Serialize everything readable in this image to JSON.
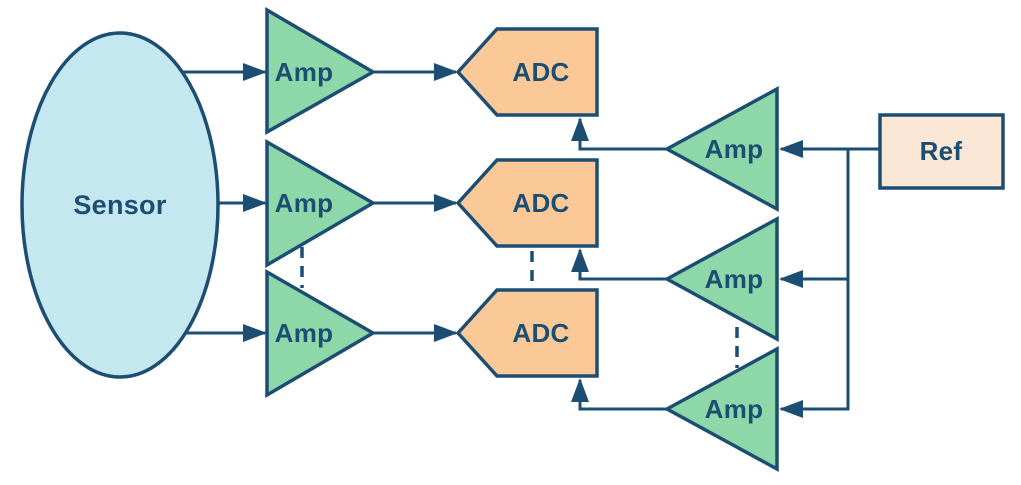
{
  "figure": {
    "type": "block-diagram",
    "bg": "#ffffff",
    "colors": {
      "outline": "#1c4d73",
      "sensor_fill": "#c5e8f0",
      "amp_fill": "#8ed7a9",
      "adc_fill": "#fbc997",
      "ref_fill": "#fbe7d5"
    },
    "nodes": {
      "sensor": {
        "label": "Sensor",
        "shape": "ellipse"
      },
      "amp_ch1": {
        "label": "Amp",
        "shape": "triangle-right"
      },
      "amp_ch2": {
        "label": "Amp",
        "shape": "triangle-right"
      },
      "amp_ch3": {
        "label": "Amp",
        "shape": "triangle-right"
      },
      "adc_ch1": {
        "label": "ADC",
        "shape": "pentagon-left"
      },
      "adc_ch2": {
        "label": "ADC",
        "shape": "pentagon-left"
      },
      "adc_ch3": {
        "label": "ADC",
        "shape": "pentagon-left"
      },
      "refbuf1": {
        "label": "Amp",
        "shape": "triangle-left"
      },
      "refbuf2": {
        "label": "Amp",
        "shape": "triangle-left"
      },
      "refbuf3": {
        "label": "Amp",
        "shape": "triangle-left"
      },
      "ref": {
        "label": "Ref",
        "shape": "rect"
      }
    },
    "edges": [
      {
        "from": "sensor",
        "to": "amp_ch1"
      },
      {
        "from": "sensor",
        "to": "amp_ch2"
      },
      {
        "from": "sensor",
        "to": "amp_ch3"
      },
      {
        "from": "amp_ch1",
        "to": "adc_ch1"
      },
      {
        "from": "amp_ch2",
        "to": "adc_ch2"
      },
      {
        "from": "amp_ch3",
        "to": "adc_ch3"
      },
      {
        "from": "ref",
        "to": "refbuf1"
      },
      {
        "from": "ref",
        "to": "refbuf2"
      },
      {
        "from": "ref",
        "to": "refbuf3"
      },
      {
        "from": "refbuf1",
        "to": "adc_ch1"
      },
      {
        "from": "refbuf2",
        "to": "adc_ch2"
      },
      {
        "from": "refbuf3",
        "to": "adc_ch3"
      }
    ],
    "ellipsis_marks": [
      "between-amp-ch2-and-amp-ch3",
      "between-adc-ch2-and-adc-ch3",
      "between-refbuf2-and-refbuf3"
    ]
  }
}
